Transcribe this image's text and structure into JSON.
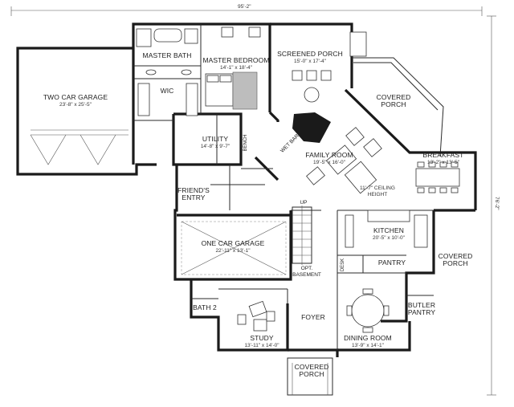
{
  "dimensions": {
    "overall_width": "95'-2\"",
    "overall_depth": "76'-2\""
  },
  "rooms": {
    "two_car_garage": {
      "name": "TWO CAR GARAGE",
      "size": "23'-8\" x 25'-5\""
    },
    "master_bath": {
      "name": "MASTER BATH"
    },
    "wic": {
      "name": "WIC"
    },
    "master_bedroom": {
      "name": "MASTER BEDROOM",
      "size": "14'-1\" x 18'-4\""
    },
    "screened_porch": {
      "name": "SCREENED PORCH",
      "size": "15'-0\" x 17'-4\""
    },
    "covered_porch_rear": {
      "line1": "COVERED",
      "line2": "PORCH"
    },
    "utility": {
      "name": "UTILITY",
      "size": "14'-8\" x 9'-7\""
    },
    "bench": {
      "name": "BENCH"
    },
    "wet_bar": {
      "name": "WET BAR"
    },
    "family_room": {
      "name": "FAMILY ROOM",
      "size": "19'-5\" x 16'-0\"",
      "note1": "11'-7\" CEILING",
      "note2": "HEIGHT"
    },
    "breakfast": {
      "name": "BREAKFAST",
      "size": "13'-2\" x 13'-5\""
    },
    "friends_entry": {
      "line1": "FRIEND'S",
      "line2": "ENTRY"
    },
    "one_car_garage": {
      "name": "ONE CAR GARAGE",
      "size": "22'-11\" x 13'-1\""
    },
    "up": {
      "name": "UP"
    },
    "kitchen": {
      "name": "KITCHEN",
      "size": "20'-5\" x 10'-0\""
    },
    "pantry": {
      "name": "PANTRY"
    },
    "covered_porch_side": {
      "line1": "COVERED",
      "line2": "PORCH"
    },
    "desk": {
      "name": "DESK"
    },
    "opt_basement": {
      "line1": "OPT.",
      "line2": "BASEMENT"
    },
    "bath2": {
      "name": "BATH 2"
    },
    "foyer": {
      "name": "FOYER"
    },
    "butler_pantry": {
      "line1": "BUTLER",
      "line2": "PANTRY"
    },
    "study": {
      "name": "STUDY",
      "size": "13'-11\" x 14'-0\""
    },
    "dining_room": {
      "name": "DINING ROOM",
      "size": "13'-9\" x 14'-1\""
    },
    "covered_porch_front": {
      "line1": "COVERED",
      "line2": "PORCH"
    }
  }
}
